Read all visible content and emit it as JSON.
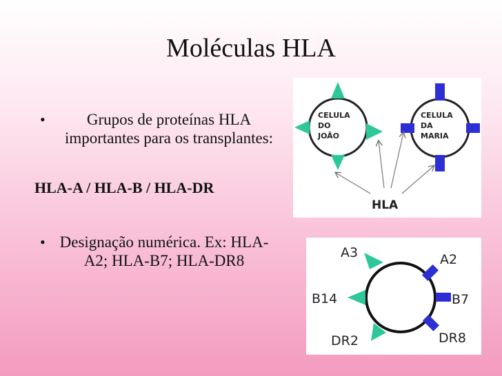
{
  "slide": {
    "title": "Moléculas HLA",
    "bullet1": "Grupos de proteínas HLA importantes para os transplantes:",
    "bold_line": "HLA-A / HLA-B / HLA-DR",
    "bullet2": "Designação numérica. Ex: HLA-A2; HLA-B7;   HLA-DR8"
  },
  "diagram_top": {
    "cell_left": [
      "CELULA",
      "DO",
      "JOÃO"
    ],
    "cell_right": [
      "CELULA",
      "DA",
      "MARIA"
    ],
    "label": "HLA"
  },
  "diagram_bottom": {
    "a3": "A3",
    "a2": "A2",
    "b14": "B14",
    "b7": "B7",
    "dr2": "DR2",
    "dr8": "DR8"
  },
  "colors": {
    "triangle": "#2ec79a",
    "square": "#2d2fd4"
  }
}
